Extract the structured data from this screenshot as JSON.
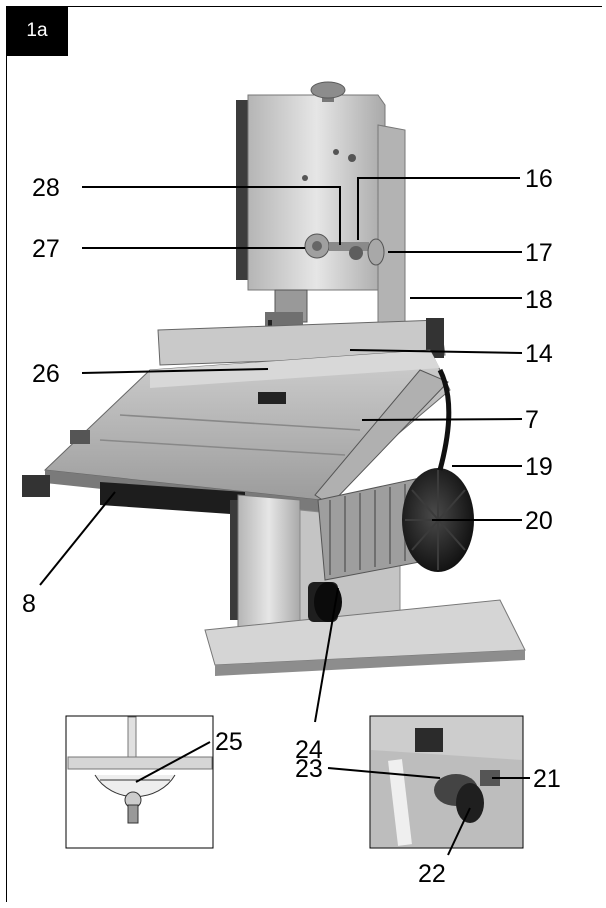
{
  "figure_id": "1a",
  "callouts": {
    "c28": "28",
    "c16": "16",
    "c27": "27",
    "c17": "17",
    "c18": "18",
    "c14": "14",
    "c26": "26",
    "c7": "7",
    "c19": "19",
    "c20": "20",
    "c8": "8",
    "c24": "24",
    "c25": "25",
    "c23": "23",
    "c21": "21",
    "c22": "22"
  },
  "colors": {
    "frame": "#000000",
    "badge": "#000000",
    "badge_text": "#ffffff"
  }
}
